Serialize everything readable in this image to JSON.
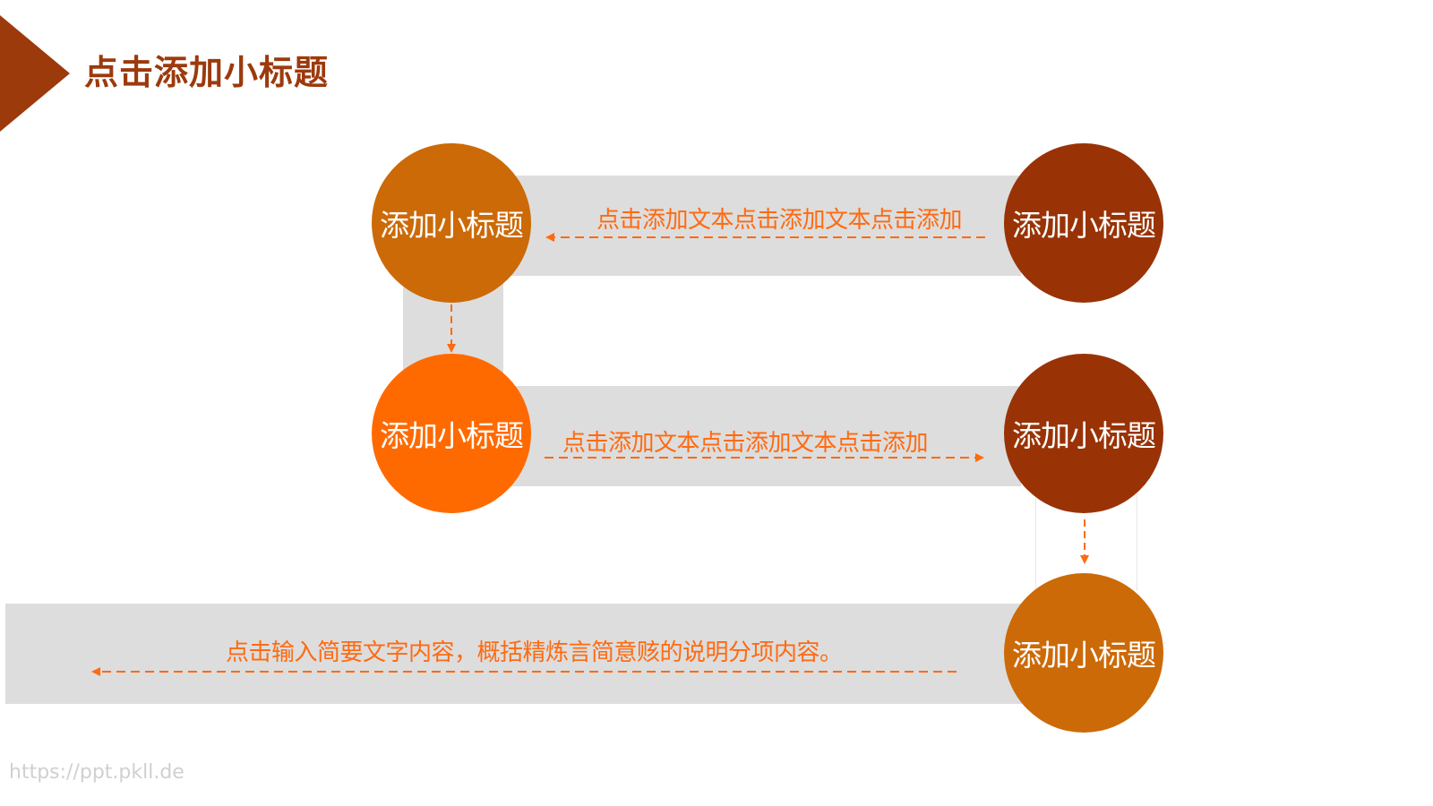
{
  "header": {
    "title": "点击添加小标题"
  },
  "colors": {
    "dark_brown": "#9c3a0c",
    "amber": "#cc6a08",
    "bright_orange": "#ff6a00",
    "arrow_orange": "#ff6a10",
    "band_gray": "#dddddd"
  },
  "nodes": [
    {
      "label": "添加小标题",
      "color": "#cc6a08"
    },
    {
      "label": "添加小标题",
      "color": "#993306"
    },
    {
      "label": "添加小标题",
      "color": "#ff6a00"
    },
    {
      "label": "添加小标题",
      "color": "#993306"
    },
    {
      "label": "添加小标题",
      "color": "#cc6a08"
    }
  ],
  "connectors": [
    {
      "text": "点击添加文本点击添加文本点击添加",
      "direction": "left"
    },
    {
      "text": "点击添加文本点击添加文本点击添加",
      "direction": "right"
    },
    {
      "text": "点击输入简要文字内容，概括精炼言简意赅的说明分项内容。",
      "direction": "left"
    }
  ],
  "watermark": "https://ppt.pkll.de"
}
